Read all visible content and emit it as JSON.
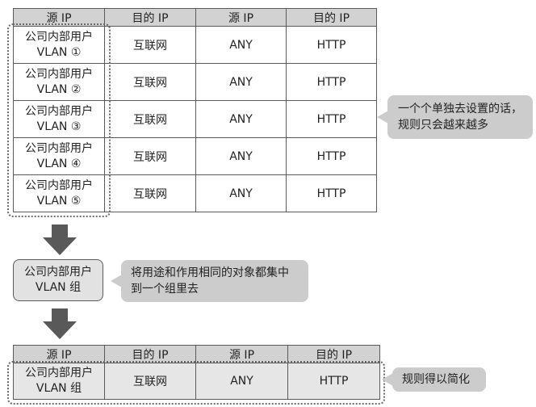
{
  "table_headers": [
    "源 IP",
    "目的 IP",
    "源 IP",
    "目的 IP"
  ],
  "rules": [
    {
      "src_line1": "公司内部用户",
      "src_line2": "VLAN ①",
      "dst": "互联网",
      "src_port": "ANY",
      "dst_port": "HTTP"
    },
    {
      "src_line1": "公司内部用户",
      "src_line2": "VLAN ②",
      "dst": "互联网",
      "src_port": "ANY",
      "dst_port": "HTTP"
    },
    {
      "src_line1": "公司内部用户",
      "src_line2": "VLAN ③",
      "dst": "互联网",
      "src_port": "ANY",
      "dst_port": "HTTP"
    },
    {
      "src_line1": "公司内部用户",
      "src_line2": "VLAN ④",
      "dst": "互联网",
      "src_port": "ANY",
      "dst_port": "HTTP"
    },
    {
      "src_line1": "公司内部用户",
      "src_line2": "VLAN ⑤",
      "dst": "互联网",
      "src_port": "ANY",
      "dst_port": "HTTP"
    }
  ],
  "callout_individual": {
    "line1": "一个个单独去设置的话，",
    "line2": "规则只会越来越多"
  },
  "group_object": {
    "line1": "公司内部用户",
    "line2": "VLAN 组"
  },
  "callout_group": {
    "line1": "将用途和作用相同的对象都集中",
    "line2": "到一个组里去"
  },
  "simplified_rule": {
    "src_line1": "公司内部用户",
    "src_line2": "VLAN 组",
    "dst": "互联网",
    "src_port": "ANY",
    "dst_port": "HTTP"
  },
  "callout_simplified": "规则得以简化"
}
